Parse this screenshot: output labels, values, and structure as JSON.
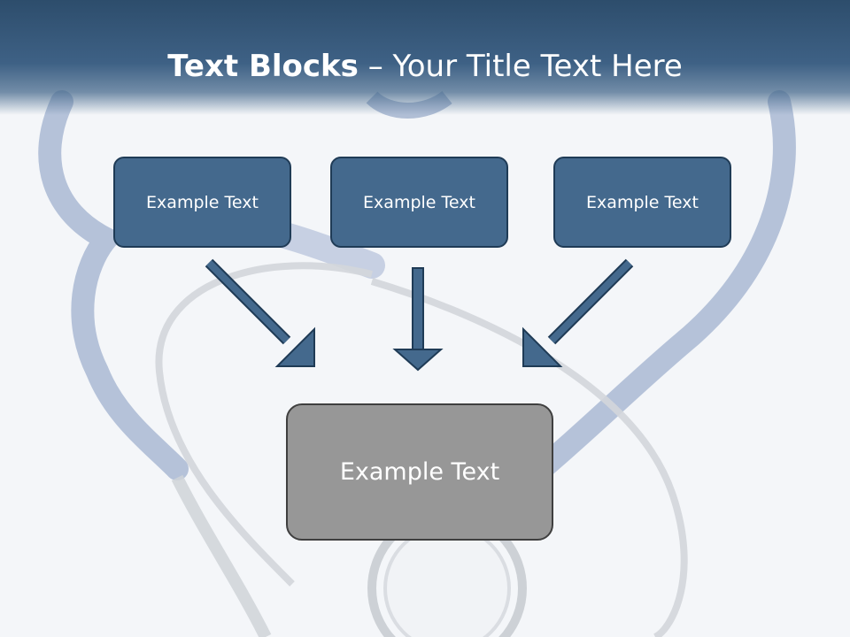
{
  "slide": {
    "title_bold": "Text Blocks",
    "title_rest": " – Your Title Text Here",
    "boxes": [
      {
        "label": "Example Text"
      },
      {
        "label": "Example Text"
      },
      {
        "label": "Example Text"
      }
    ],
    "center_box": {
      "label": "Example Text"
    }
  },
  "colors": {
    "header": "#2d4d6c",
    "box_fill": "#44698d",
    "box_border": "#1f3b56",
    "center_fill": "#979797",
    "arrow_fill": "#44698d"
  },
  "background": {
    "image": "stethoscope-photo"
  }
}
